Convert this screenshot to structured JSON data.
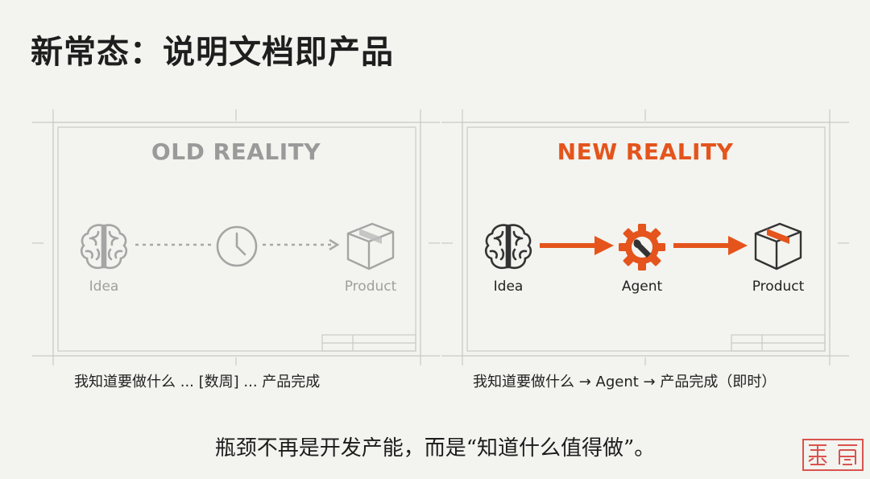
{
  "page": {
    "title": "新常态：说明文档即产品"
  },
  "old_reality": {
    "title": "OLD REALITY",
    "labels": {
      "idea": "Idea",
      "product": "Product"
    },
    "caption": "我知道要做什么 ... [数周] ... 产品完成"
  },
  "new_reality": {
    "title": "NEW REALITY",
    "labels": {
      "idea": "Idea",
      "agent": "Agent",
      "product": "Product"
    },
    "caption": "我知道要做什么 → Agent → 产品完成（即时）"
  },
  "footer": {
    "quote": "瓶颈不再是开发产能，而是“知道什么值得做”。"
  },
  "colors": {
    "accent": "#e4541c",
    "muted": "#9a9a9a",
    "background": "#f3f3ef"
  },
  "icons": [
    "brain-icon",
    "clock-icon",
    "box-icon",
    "gear-wrench-icon",
    "arrow-icon"
  ]
}
